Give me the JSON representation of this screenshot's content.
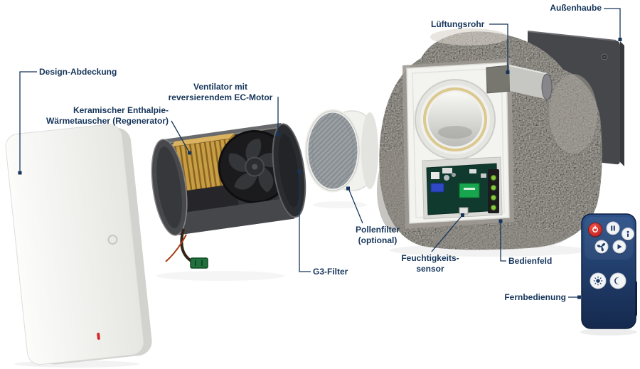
{
  "labels": {
    "design_abdeckung": "Design-Abdeckung",
    "waermetauscher": "Keramischer Enthalpie-\nWärmetauscher (Regenerator)",
    "ventilator": "Ventilator mit\nreversierendem EC-Motor",
    "pollenfilter": "Pollenfilter\n(optional)",
    "g3_filter": "G3-Filter",
    "lueftungsrohr": "Lüftungsrohr",
    "aussenhaube": "Außenhaube",
    "feuchtigkeits_sensor": "Feuchtigkeits-\nsensor",
    "bedienfeld": "Bedienfeld",
    "fernbedienung": "Fernbedienung"
  },
  "colors": {
    "label_text": "#16355a",
    "callout_line": "#16355a",
    "heat_exchanger_gold": "#c79d45",
    "foam_gray": "#b4b0a8",
    "remote_navy": "#1c3a68",
    "power_button_red": "#d22b2b",
    "background": "#ffffff"
  },
  "remote": {
    "buttons": [
      "power",
      "pause",
      "info",
      "fan",
      "speed",
      "day",
      "night"
    ]
  }
}
